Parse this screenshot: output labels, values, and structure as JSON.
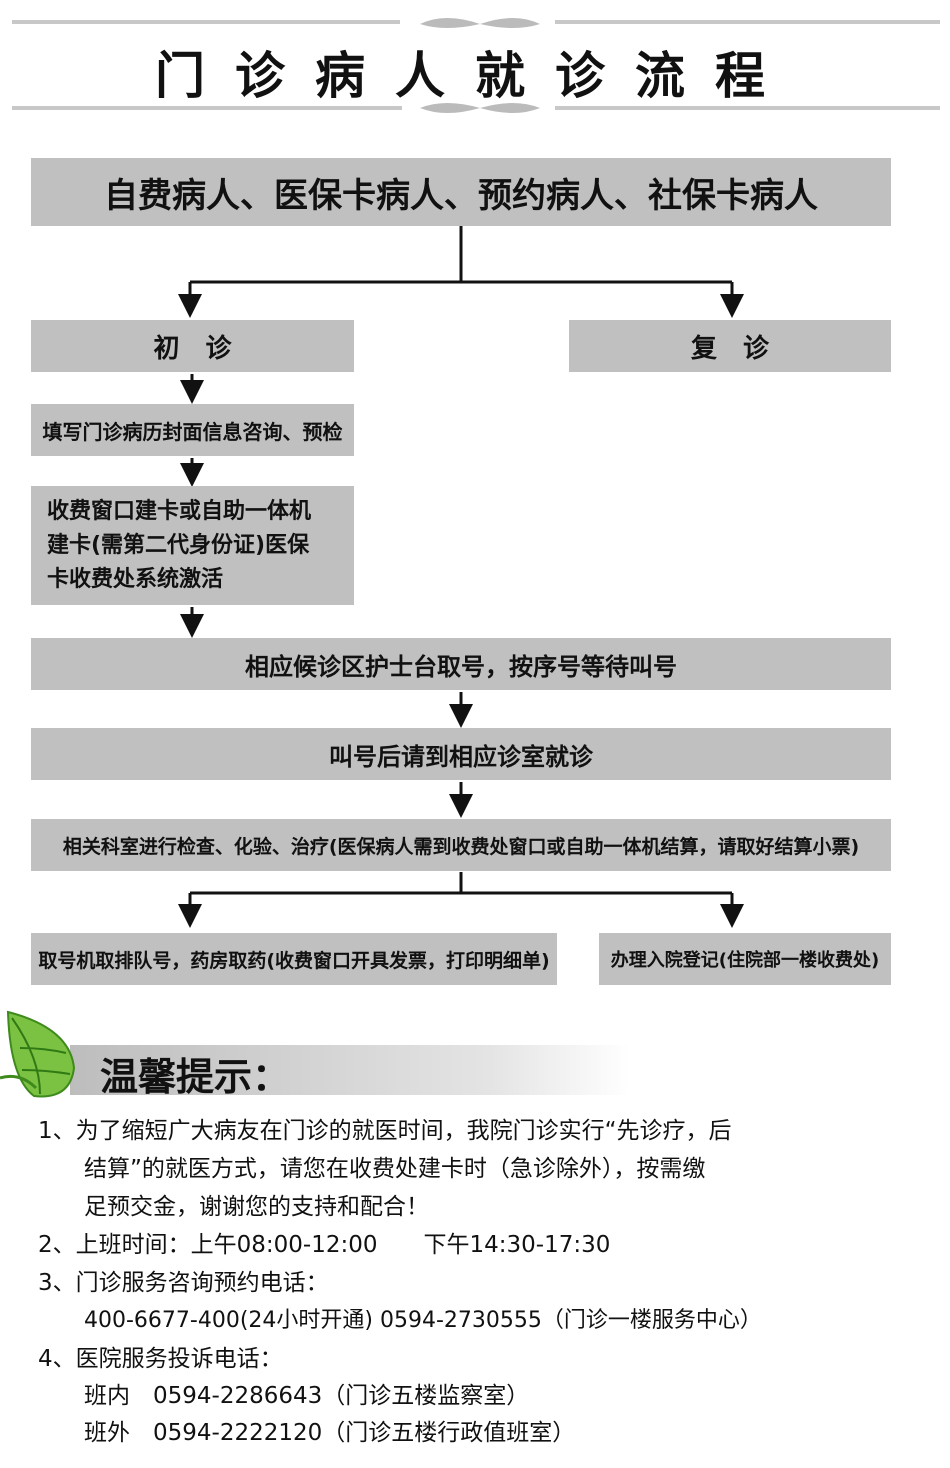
{
  "title": "门诊病人就诊流程",
  "flow": {
    "patients": "自费病人、医保卡病人、预约病人、社保卡病人",
    "first_visit": "初　诊",
    "return_visit": "复　诊",
    "fill_form": "填写门诊病历封面信息咨询、预检",
    "card_lines": [
      "收费窗口建卡或自助一体机",
      "建卡(需第二代身份证)医保",
      "卡收费处系统激活"
    ],
    "take_number": "相应候诊区护士台取号，按序号等待叫号",
    "go_to_room": "叫号后请到相应诊室就诊",
    "exams": "相关科室进行检查、化验、治疗(医保病人需到收费处窗口或自助一体机结算，请取好结算小票)",
    "pharmacy": "取号机取排队号，药房取药(收费窗口开具发票，打印明细单)",
    "admission": "办理入院登记(住院部一楼收费处)"
  },
  "tips": {
    "heading": "温馨提示：",
    "lines": [
      "1、为了缩短广大病友在门诊的就医时间，我院门诊实行“先诊疗，后",
      "结算”的就医方式，请您在收费处建卡时（急诊除外），按需缴",
      "足预交金，谢谢您的支持和配合！",
      "2、上班时间：上午08:00-12:00　　下午14:30-17:30",
      "3、门诊服务咨询预约电话：",
      "400-6677-400(24小时开通) 0594-2730555（门诊一楼服务中心）",
      "4、医院服务投诉电话：",
      "班内　0594-2286643（门诊五楼监察室）",
      "班外　0594-2222120（门诊五楼行政值班室）"
    ]
  },
  "colors": {
    "box": "#c0c0c0",
    "leaf": "#7cc242"
  }
}
